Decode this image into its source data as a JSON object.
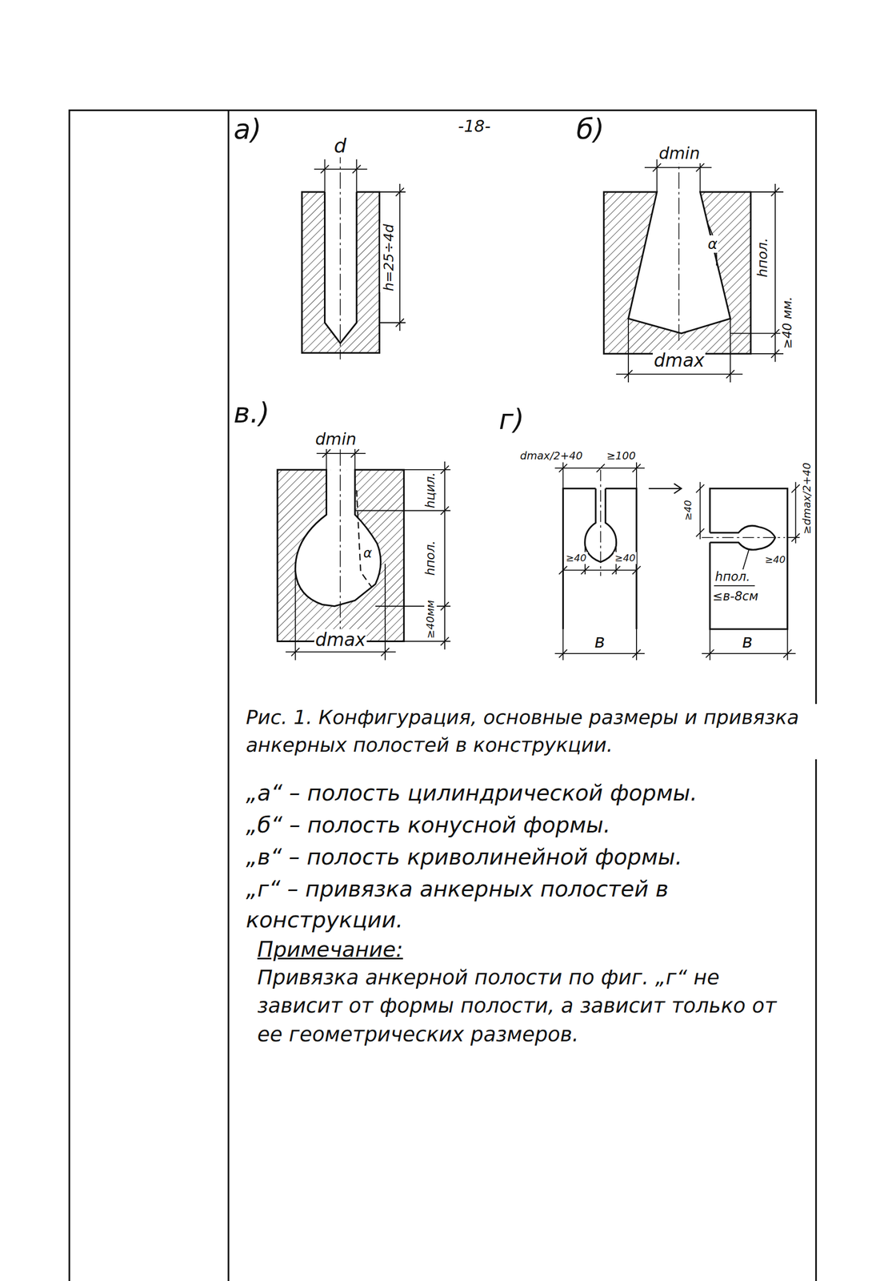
{
  "diagram": {
    "caption": "Рис. 1. Конфигурация, основные размеры и привязка анкерных полостей в конструкции.",
    "labels": [
      "а)",
      "-18-",
      "б)",
      "d",
      "h=25÷4d",
      "dmin",
      "α",
      "hпол.",
      "≥40 мм.",
      "dmax",
      "в.)",
      "г)",
      "dmin",
      "hцил.",
      "hпол.",
      "≥40мм",
      "α",
      "dmax",
      "dmax/2+40",
      "≥100",
      "≥40",
      "≥40",
      "≥40",
      "≥dmax/2+40",
      "≥40",
      "hпол.",
      "≤в-8см",
      "в",
      "в",
      "„а“ – полость цилиндрической формы.",
      "„б“ – полость конусной формы.",
      "„в“ – полость криволинейной формы.",
      "„г“ – привязка анкерных полостей в конструкции.",
      "Примечание:",
      "Привязка анкерной полости по фиг. „г“ не зависит от формы полости, а зависит только от ее геометрических размеров."
    ]
  }
}
